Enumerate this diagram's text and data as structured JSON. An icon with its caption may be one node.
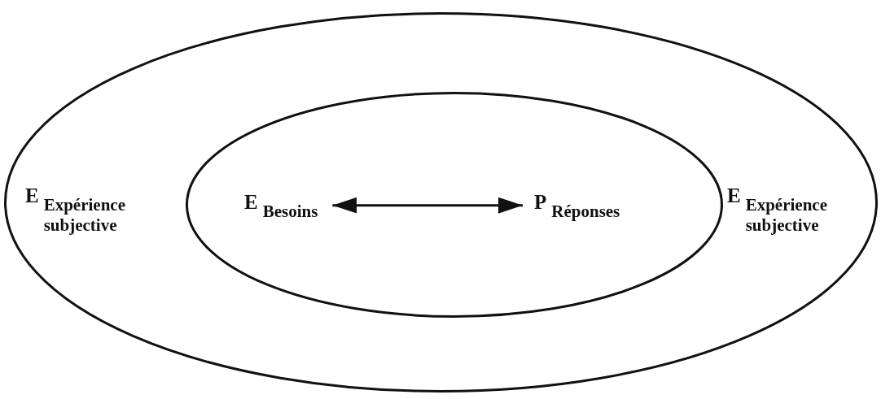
{
  "diagram": {
    "nodes": [
      {
        "text": [
          "E$_{Expérience subjective}$",
          "E$_{Expérience subjective}$"
        ]
      },
      {
        "text": [],
        "shape": "ellipse",
        "in": 0
      },
      {
        "text": [
          "E$_{Besoins}$"
        ],
        "in": 1
      },
      {
        "text": [
          "P$_{Réponses}$"
        ],
        "in": 1
      }
    ],
    "edges": [
      {
        "from": 2,
        "to": 3,
        "arrow": "both"
      }
    ]
  }
}
